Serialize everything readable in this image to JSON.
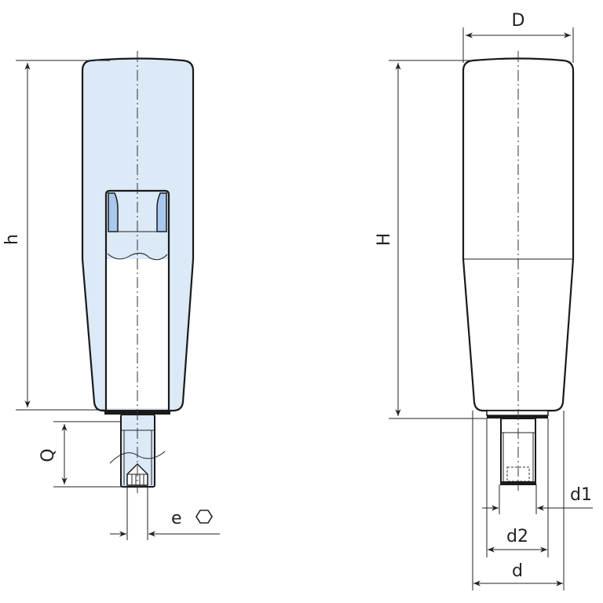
{
  "left_view": {
    "dimension_labels": {
      "height": "h",
      "thread_length": "Q",
      "hex_size": "e"
    },
    "hex_symbol_icon": "hexagon-icon",
    "fill_color": "#dce9f7",
    "pin_color": "#a8c8ee"
  },
  "right_view": {
    "dimension_labels": {
      "diameter": "D",
      "height": "H",
      "d1": "d1",
      "d2": "d2",
      "d": "d"
    }
  }
}
